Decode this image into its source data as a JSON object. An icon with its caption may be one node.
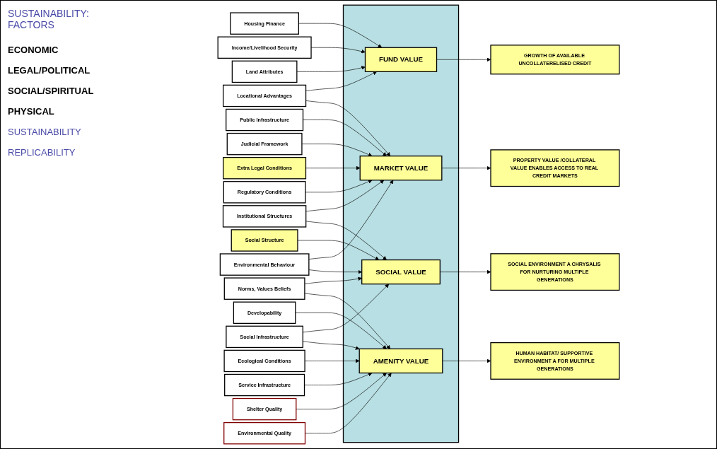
{
  "diagram": {
    "title": "SUSTAINABILITY: FACTORS",
    "nodes": [
      {
        "text": [
          "Housing Finance"
        ]
      },
      {
        "text": [
          "Income/Livelihood Security"
        ]
      },
      {
        "text": [
          "Land Attributes"
        ]
      },
      {
        "text": [
          "Locational Advantages"
        ]
      },
      {
        "text": [
          "Public Infrastructure"
        ]
      },
      {
        "text": [
          "Judicial Framework"
        ]
      },
      {
        "text": [
          "Extra Legal Conditions"
        ]
      },
      {
        "text": [
          "Regulatory Conditions"
        ]
      },
      {
        "text": [
          "Institutional Structures"
        ]
      },
      {
        "text": [
          "Social Structure"
        ]
      },
      {
        "text": [
          "Norms, Values Beliefs"
        ]
      },
      {
        "text": [
          "Environmental Behaviour"
        ]
      },
      {
        "text": [
          "Developability"
        ]
      },
      {
        "text": [
          "Ecological Conditions"
        ]
      },
      {
        "text": [
          "Social Infrastructure"
        ]
      },
      {
        "text": [
          "Service Infrastructure"
        ]
      },
      {
        "text": [
          "Shelter Quality"
        ]
      },
      {
        "text": [
          "Environmental Quality"
        ]
      },
      {
        "text": [],
        "shape": "box"
      },
      {
        "text": [
          "FUND  VALUE"
        ],
        "in": 18
      },
      {
        "text": [
          "MARKET VALUE"
        ],
        "in": 18
      },
      {
        "text": [
          "SOCIAL VALUE"
        ],
        "in": 18
      },
      {
        "text": [
          "AMENITY VALUE"
        ],
        "in": 18
      },
      {
        "text": [
          "GROWTH OF AVAILABLE UNCOLLATERELISED CREDIT"
        ]
      },
      {
        "text": [
          "PROPERTY VALUE /COLLATERAL VALUE ENABLES ACCESS TO REAL CREDIT MARKETS"
        ]
      },
      {
        "text": [
          "SOCIAL ENVIRONMENT A CHRYSALIS FOR NURTURING MULTIPLE GENERATIONS"
        ]
      },
      {
        "text": [
          "HUMAN HABITAT/ SUPPORTIVE ENVIRONMENT A FOR MULTIPLE GENERATIONS"
        ]
      }
    ],
    "edges": [
      {
        "from": 0,
        "to": 19,
        "arrow": "to"
      },
      {
        "from": 1,
        "to": 19,
        "arrow": "to"
      },
      {
        "from": 2,
        "to": 19,
        "arrow": "to"
      },
      {
        "from": 3,
        "to": 19,
        "arrow": "to"
      },
      {
        "from": 3,
        "to": 20,
        "arrow": "to"
      },
      {
        "from": 4,
        "to": 20,
        "arrow": "to"
      },
      {
        "from": 5,
        "to": 20,
        "arrow": "to"
      },
      {
        "from": 6,
        "to": 20,
        "arrow": "to"
      },
      {
        "from": 7,
        "to": 20,
        "arrow": "to"
      },
      {
        "from": 8,
        "to": 20,
        "arrow": "to"
      },
      {
        "from": 8,
        "to": 21,
        "arrow": "to"
      },
      {
        "from": 9,
        "to": 21,
        "arrow": "to"
      },
      {
        "from": 10,
        "to": 21,
        "arrow": "to"
      },
      {
        "from": 10,
        "to": 22,
        "arrow": "to"
      },
      {
        "from": 11,
        "to": 20,
        "arrow": "to"
      },
      {
        "from": 11,
        "to": 21,
        "arrow": "to"
      },
      {
        "from": 12,
        "to": 22,
        "arrow": "to"
      },
      {
        "from": 13,
        "to": 22,
        "arrow": "to"
      },
      {
        "from": 14,
        "to": 21,
        "arrow": "to"
      },
      {
        "from": 14,
        "to": 22,
        "arrow": "to"
      },
      {
        "from": 15,
        "to": 22,
        "arrow": "to"
      },
      {
        "from": 16,
        "to": 22,
        "arrow": "to"
      },
      {
        "from": 17,
        "to": 22,
        "arrow": "to"
      },
      {
        "from": 19,
        "to": 23,
        "arrow": "to"
      },
      {
        "from": 20,
        "to": 24,
        "arrow": "to"
      },
      {
        "from": 21,
        "to": 25,
        "arrow": "to"
      },
      {
        "from": 22,
        "to": 26,
        "arrow": "to"
      }
    ],
    "labels": [
      "ECONOMIC",
      "LEGAL/POLITICAL",
      "SOCIAL/SPIRITUAL",
      "PHYSICAL",
      "SUSTAINABILITY",
      "REPLICABILITY"
    ]
  }
}
